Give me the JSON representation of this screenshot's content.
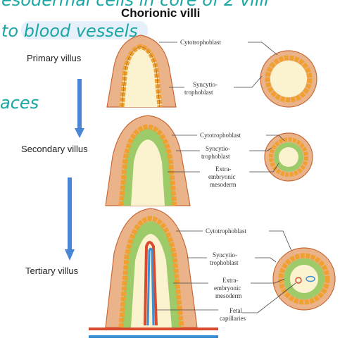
{
  "handwritten_notes": {
    "line1": "esodermal cells  in core of 2 villi",
    "line2": "to blood vessels",
    "line3": "aces"
  },
  "title": "Chorionic villi",
  "stages": {
    "primary": "Primary villus",
    "secondary": "Secondary villus",
    "tertiary": "Tertiary villus"
  },
  "callouts": {
    "primary": {
      "cyto": "Cytotrophoblast",
      "syncytio_1": "Syncytio-",
      "syncytio_2": "trophoblast"
    },
    "secondary": {
      "cyto": "Cytotrophoblast",
      "syncytio_1": "Syncytio-",
      "syncytio_2": "trophoblast",
      "extra_1": "Extra-",
      "extra_2": "embryonic",
      "extra_3": "mesoderm"
    },
    "tertiary": {
      "cyto": "Cytotrophoblast",
      "syncytio_1": "Syncytio-",
      "syncytio_2": "trophoblast",
      "extra_1": "Extra-",
      "extra_2": "embryonic",
      "extra_3": "mesoderm",
      "fetal_1": "Fetal",
      "fetal_2": "capillaries"
    }
  },
  "colors": {
    "syncytiotrophoblast": "#eab38a",
    "syncytio_edge": "#c96a3a",
    "cytotrophoblast_cell": "#f0a030",
    "cytotrophoblast_edge": "#8a4a12",
    "mesoderm": "#9dcb6a",
    "core": "#fbf3cf",
    "artery": "#d94a2e",
    "vein": "#3f8fd4",
    "arrow": "#4a86d6",
    "handwriting": "#1aa7a3"
  }
}
